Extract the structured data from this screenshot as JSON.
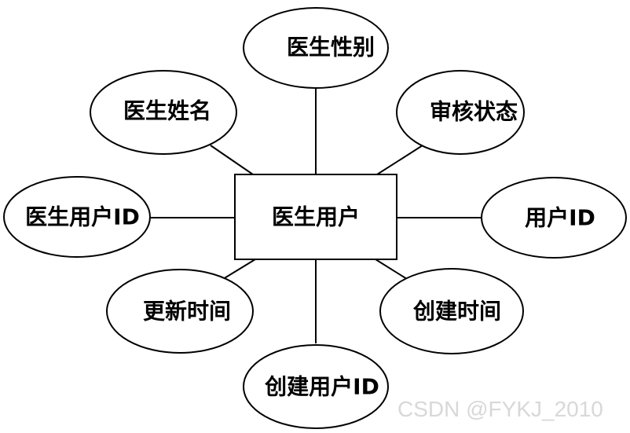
{
  "entity": {
    "label": "医生用户"
  },
  "attributes": {
    "doctor_gender": "医生性别",
    "doctor_name": "医生姓名",
    "review_status": "审核状态",
    "doctor_user_id": "医生用户ID",
    "user_id": "用户ID",
    "update_time": "更新时间",
    "create_time": "创建时间",
    "creator_user_id": "创建用户ID"
  },
  "watermark": "CSDN @FYKJ_2010"
}
